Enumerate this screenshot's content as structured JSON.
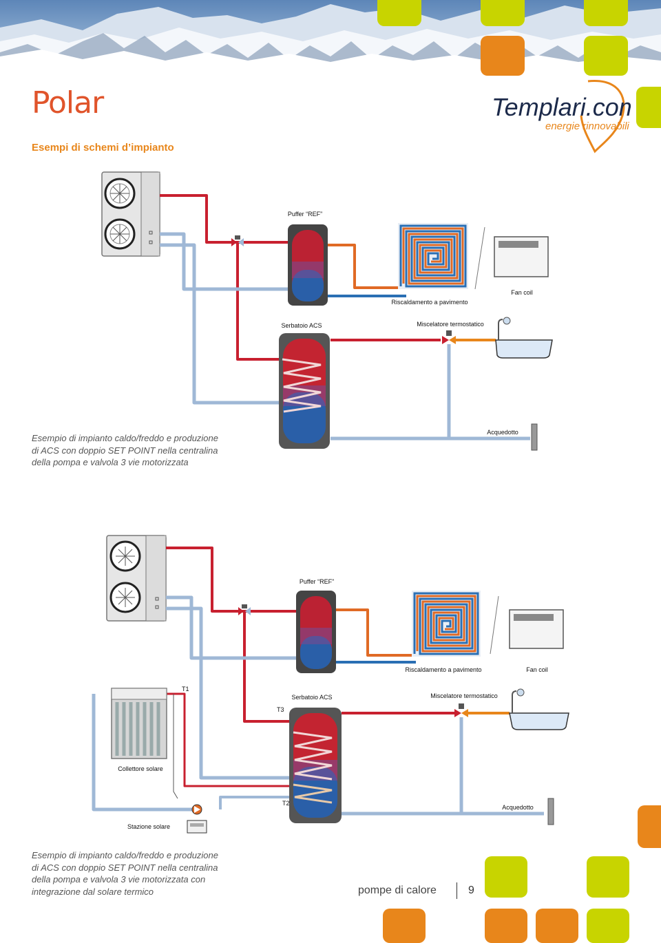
{
  "page": {
    "title": "Polar",
    "subtitle": "Esempi di schemi d’impianto",
    "logo": {
      "name": "Templari.com",
      "tagline": "energie rinnovabili"
    },
    "colors": {
      "orange": "#e8861b",
      "lime": "#c8d400",
      "red": "#c8202f",
      "blue_pipe": "#9fb8d6"
    }
  },
  "diagram1": {
    "labels": {
      "puffer": "Puffer “REF”",
      "floor": "Riscaldamento a pavimento",
      "fancoil": "Fan coil",
      "tank": "Serbatoio ACS",
      "mixer": "Miscelatore termostatico",
      "aqueduct": "Acquedotto"
    },
    "caption": [
      "Esempio di impianto caldo/freddo e produzione",
      "di ACS con doppio SET POINT nella centralina",
      "della pompa e valvola 3 vie motorizzata"
    ]
  },
  "diagram2": {
    "labels": {
      "puffer": "Puffer “REF”",
      "floor": "Riscaldamento a pavimento",
      "fancoil": "Fan coil",
      "t1": "T1",
      "tank": "Serbatoio ACS",
      "mixer": "Miscelatore termostatico",
      "t3": "T3",
      "collector": "Collettore solare",
      "t2": "T2",
      "aqueduct": "Acquedotto",
      "station": "Stazione solare"
    },
    "caption": [
      "Esempio di impianto caldo/freddo e produzione",
      "di ACS con doppio SET POINT nella centralina",
      "della pompa e valvola 3 vie motorizzata con",
      "integrazione dal solare termico"
    ]
  },
  "footer": {
    "section": "pompe di calore",
    "page_number": "9"
  }
}
